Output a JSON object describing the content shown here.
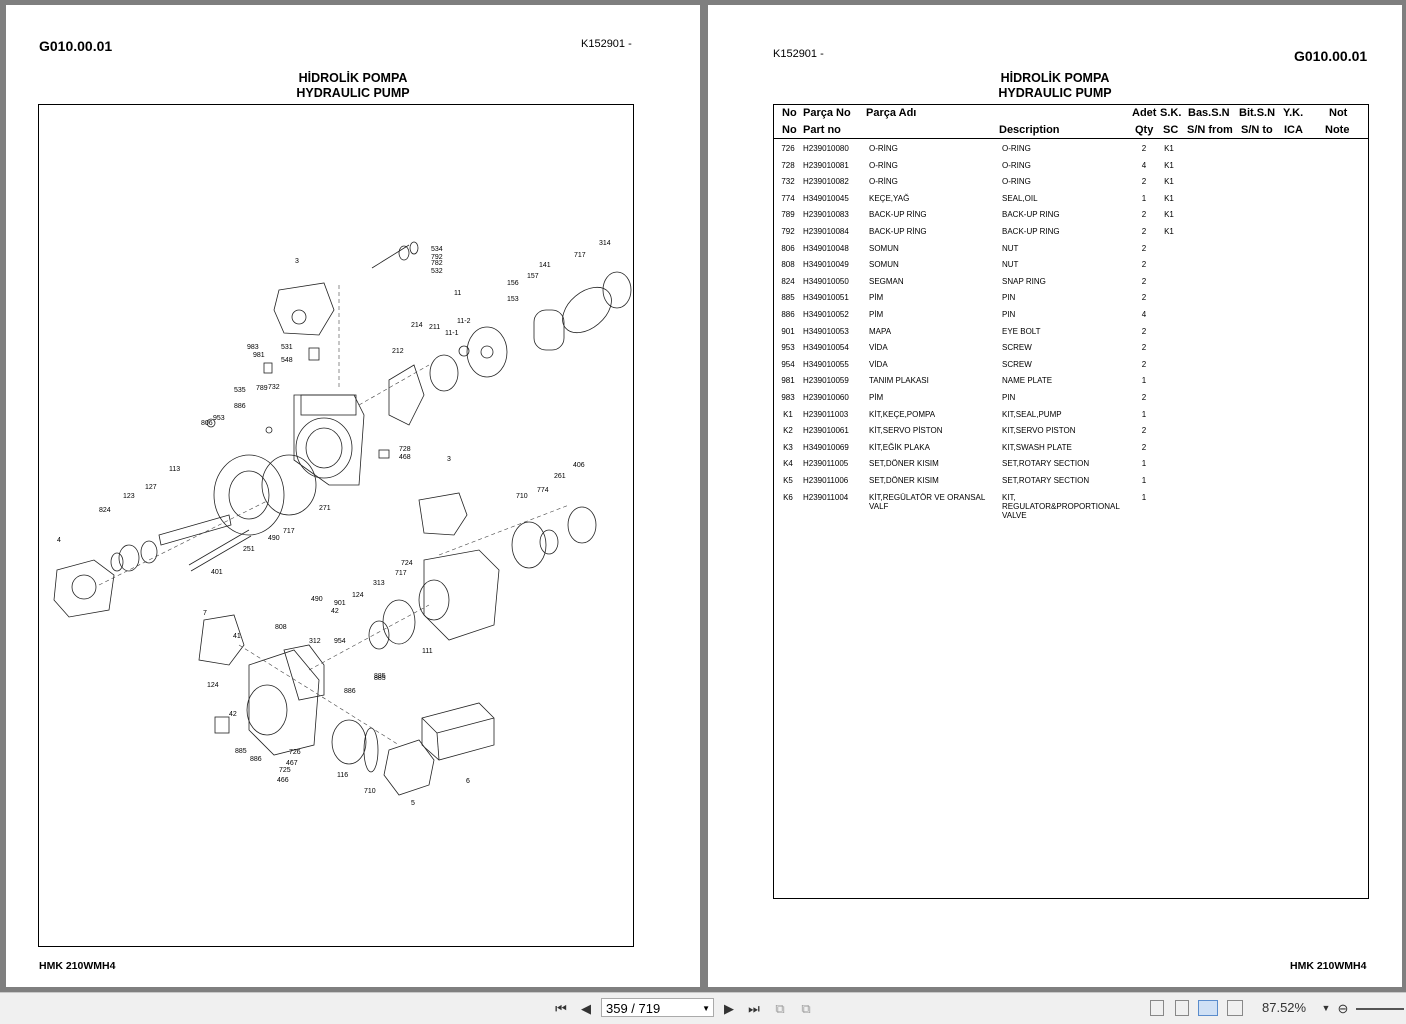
{
  "left_page": {
    "code": "G010.00.01",
    "serial": "K152901 -",
    "title_tr": "HİDROLİK POMPA",
    "title_en": "HYDRAULIC PUMP",
    "footer": "HMK 210WMH4",
    "callouts": [
      "534",
      "792",
      "782",
      "532",
      "314",
      "717",
      "141",
      "157",
      "156",
      "153",
      "11",
      "11-2",
      "11-1",
      "211",
      "214",
      "212",
      "3",
      "983",
      "981",
      "531",
      "548",
      "535",
      "789",
      "732",
      "886",
      "953",
      "806",
      "728",
      "468",
      "271",
      "113",
      "127",
      "123",
      "824",
      "4",
      "251",
      "490",
      "717",
      "401",
      "406",
      "261",
      "774",
      "710",
      "3",
      "724",
      "717",
      "313",
      "124",
      "901",
      "42",
      "954",
      "808",
      "490",
      "312",
      "41",
      "7",
      "886",
      "885",
      "124",
      "42",
      "885",
      "886",
      "726",
      "467",
      "725",
      "466",
      "116",
      "710",
      "5",
      "6",
      "111",
      "885"
    ]
  },
  "right_page": {
    "serial": "K152901 -",
    "code": "G010.00.01",
    "title_tr": "HİDROLİK POMPA",
    "title_en": "HYDRAULIC PUMP",
    "footer": "HMK 210WMH4",
    "table": {
      "header_tr": {
        "no": "No",
        "part": "Parça No",
        "adi": "Parça Adı",
        "qty": "Adet",
        "sc": "S.K.",
        "from": "Bas.S.N",
        "to": "Bit.S.N",
        "ica": "Y.K.",
        "note": "Not"
      },
      "header_en": {
        "no": "No",
        "part": "Part no",
        "desc": "Description",
        "qty": "Qty",
        "sc": "SC",
        "from": "S/N from",
        "to": "S/N to",
        "ica": "ICA",
        "note": "Note"
      },
      "rows": [
        {
          "no": "726",
          "part": "H239010080",
          "adi": "O-RİNG",
          "desc": "O-RING",
          "qty": "2",
          "sc": "K1"
        },
        {
          "no": "728",
          "part": "H239010081",
          "adi": "O-RİNG",
          "desc": "O-RING",
          "qty": "4",
          "sc": "K1"
        },
        {
          "no": "732",
          "part": "H239010082",
          "adi": "O-RİNG",
          "desc": "O-RING",
          "qty": "2",
          "sc": "K1"
        },
        {
          "no": "774",
          "part": "H349010045",
          "adi": "KEÇE,YAĞ",
          "desc": "SEAL,OIL",
          "qty": "1",
          "sc": "K1"
        },
        {
          "no": "789",
          "part": "H239010083",
          "adi": "BACK-UP RİNG",
          "desc": "BACK-UP RING",
          "qty": "2",
          "sc": "K1"
        },
        {
          "no": "792",
          "part": "H239010084",
          "adi": "BACK-UP RİNG",
          "desc": "BACK-UP RING",
          "qty": "2",
          "sc": "K1"
        },
        {
          "no": "806",
          "part": "H349010048",
          "adi": "SOMUN",
          "desc": "NUT",
          "qty": "2",
          "sc": ""
        },
        {
          "no": "808",
          "part": "H349010049",
          "adi": "SOMUN",
          "desc": "NUT",
          "qty": "2",
          "sc": ""
        },
        {
          "no": "824",
          "part": "H349010050",
          "adi": "SEGMAN",
          "desc": "SNAP RING",
          "qty": "2",
          "sc": ""
        },
        {
          "no": "885",
          "part": "H349010051",
          "adi": "PİM",
          "desc": "PIN",
          "qty": "2",
          "sc": ""
        },
        {
          "no": "886",
          "part": "H349010052",
          "adi": "PİM",
          "desc": "PIN",
          "qty": "4",
          "sc": ""
        },
        {
          "no": "901",
          "part": "H349010053",
          "adi": "MAPA",
          "desc": "EYE BOLT",
          "qty": "2",
          "sc": ""
        },
        {
          "no": "953",
          "part": "H349010054",
          "adi": "VİDA",
          "desc": "SCREW",
          "qty": "2",
          "sc": ""
        },
        {
          "no": "954",
          "part": "H349010055",
          "adi": "VİDA",
          "desc": "SCREW",
          "qty": "2",
          "sc": ""
        },
        {
          "no": "981",
          "part": "H239010059",
          "adi": "TANIM PLAKASI",
          "desc": "NAME PLATE",
          "qty": "1",
          "sc": ""
        },
        {
          "no": "983",
          "part": "H239010060",
          "adi": "PİM",
          "desc": "PIN",
          "qty": "2",
          "sc": ""
        },
        {
          "no": "K1",
          "part": "H239011003",
          "adi": "KİT,KEÇE,POMPA",
          "desc": "KIT,SEAL,PUMP",
          "qty": "1",
          "sc": ""
        },
        {
          "no": "K2",
          "part": "H239010061",
          "adi": "KİT,SERVO PİSTON",
          "desc": "KIT,SERVO PISTON",
          "qty": "2",
          "sc": ""
        },
        {
          "no": "K3",
          "part": "H349010069",
          "adi": "KİT,EĞİK PLAKA",
          "desc": "KIT,SWASH PLATE",
          "qty": "2",
          "sc": ""
        },
        {
          "no": "K4",
          "part": "H239011005",
          "adi": "SET,DÖNER KISIM",
          "desc": "SET,ROTARY SECTION",
          "qty": "1",
          "sc": ""
        },
        {
          "no": "K5",
          "part": "H239011006",
          "adi": "SET,DÖNER KISIM",
          "desc": "SET,ROTARY SECTION",
          "qty": "1",
          "sc": ""
        },
        {
          "no": "K6",
          "part": "H239011004",
          "adi": "KİT,REGÜLATÖR VE ORANSAL VALF",
          "desc": "KIT, REGULATOR&PROPORTIONAL VALVE",
          "qty": "1",
          "sc": ""
        }
      ]
    }
  },
  "toolbar": {
    "page_value": "359 / 719",
    "zoom": "87.52%",
    "icons": [
      "first-page-icon",
      "prev-page-icon",
      "next-page-icon",
      "last-page-icon",
      "rotate-icon",
      "copy-icon",
      "single-page-icon",
      "continuous-icon",
      "two-page-icon",
      "two-page-continuous-icon",
      "zoom-menu-icon",
      "zoom-out-icon",
      "zoom-slider"
    ]
  }
}
